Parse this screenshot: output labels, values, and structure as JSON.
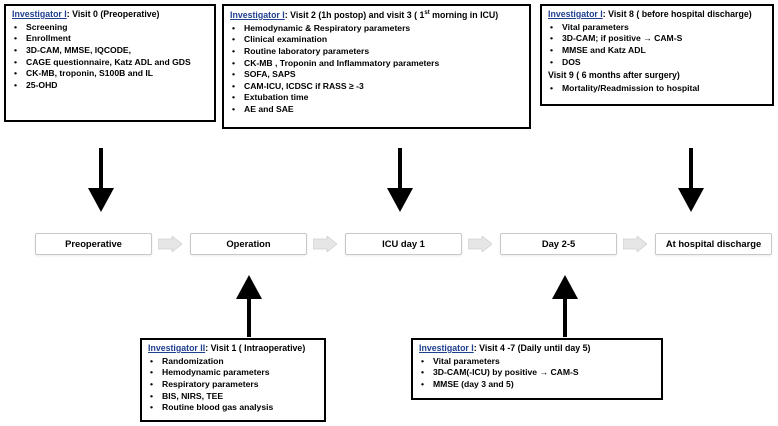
{
  "box_v0": {
    "who": "Investigator I",
    "rest": ": Visit 0 (Preoperative)",
    "items": [
      "Screening",
      "Enrollment",
      "3D-CAM, MMSE, IQCODE,",
      "CAGE questionnaire, Katz ADL and GDS",
      "CK-MB, troponin, S100B and IL",
      "25-OHD"
    ]
  },
  "box_v23": {
    "who": "Investigator I",
    "rest_a": ": Visit 2 (1h postop) and visit 3 ( 1",
    "sup": "st",
    "rest_b": " morning in ICU)",
    "items": [
      "Hemodynamic & Respiratory parameters",
      "Clinical examination",
      "Routine laboratory parameters",
      "CK-MB , Troponin and Inflammatory parameters",
      "SOFA, SAPS",
      "CAM-ICU, ICDSC if  RASS ≥  -3",
      "Extubation time",
      "AE and SAE"
    ]
  },
  "box_v89": {
    "who": "Investigator I",
    "rest": ": Visit 8 ( before hospital discharge)",
    "items": [
      "Vital parameters",
      "3D-CAM; if positive  → CAM-S",
      "MMSE and Katz ADL",
      "DOS"
    ],
    "sub_head": "Visit 9 ( 6 months after surgery)",
    "sub_items": [
      "Mortality/Readmission to hospital"
    ]
  },
  "box_v1": {
    "who": "Investigator II",
    "rest": ": Visit 1 ( Intraoperative)",
    "items": [
      "Randomization",
      "Hemodynamic parameters",
      "Respiratory parameters",
      "BIS, NIRS, TEE",
      "Routine blood gas analysis"
    ]
  },
  "box_v47": {
    "who": "Investigator I",
    "rest": ": Visit 4 -7 (Daily until day 5)",
    "items": [
      "Vital parameters",
      "3D-CAM(-ICU) by positive  → CAM-S",
      "MMSE (day 3 and 5)"
    ]
  },
  "stages": [
    "Preoperative",
    "Operation",
    "ICU day 1",
    "Day 2-5",
    "At hospital discharge"
  ]
}
